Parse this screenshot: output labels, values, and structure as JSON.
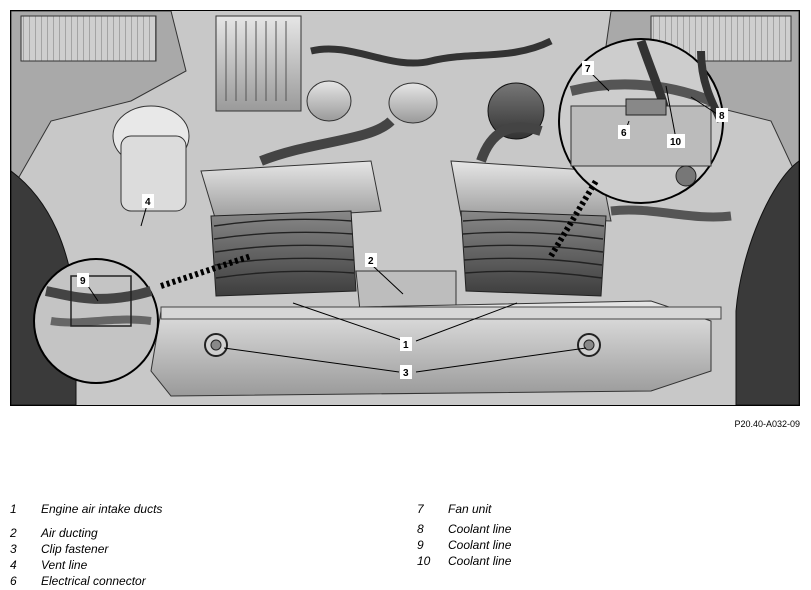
{
  "figure": {
    "reference_code": "P20.40-A032-09",
    "callouts": [
      "1",
      "2",
      "3",
      "4",
      "6",
      "7",
      "8",
      "9",
      "10"
    ]
  },
  "legend": {
    "left": [
      {
        "num": "1",
        "text": "Engine air intake ducts"
      },
      {
        "num": "2",
        "text": "Air ducting"
      },
      {
        "num": "3",
        "text": "Clip fastener"
      },
      {
        "num": "4",
        "text": "Vent line"
      },
      {
        "num": "6",
        "text": "Electrical connector"
      }
    ],
    "right": [
      {
        "num": "7",
        "text": "Fan unit"
      },
      {
        "num": "8",
        "text": "Coolant line"
      },
      {
        "num": "9",
        "text": "Coolant line"
      },
      {
        "num": "10",
        "text": "Coolant line"
      }
    ]
  }
}
